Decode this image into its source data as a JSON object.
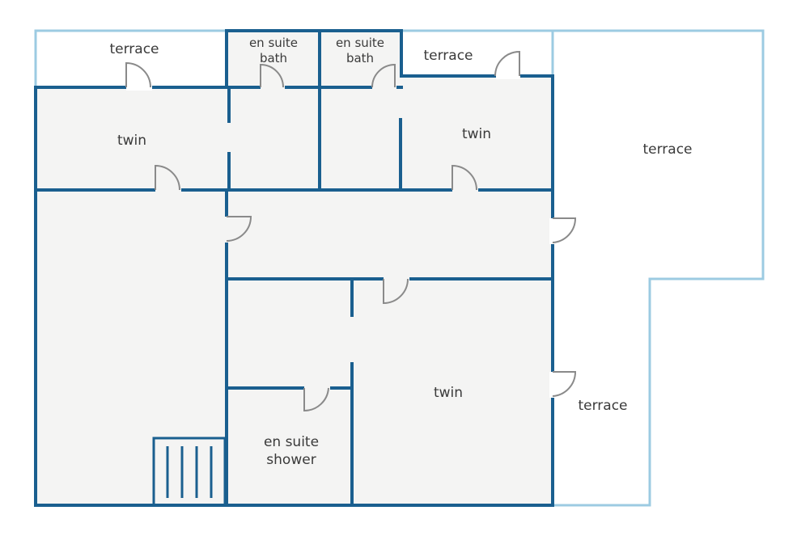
{
  "colors": {
    "wall": "#1a5f8f",
    "terrace_outline": "#9ccbe2",
    "floor": "#f4f4f3",
    "door": "#8a8a8a",
    "text": "#3a3a3a"
  },
  "labels": {
    "terrace_top_left": "terrace",
    "en_suite_bath_1_line1": "en suite",
    "en_suite_bath_1_line2": "bath",
    "en_suite_bath_2_line1": "en suite",
    "en_suite_bath_2_line2": "bath",
    "terrace_top_mid": "terrace",
    "terrace_right": "terrace",
    "twin_left": "twin",
    "twin_right": "twin",
    "twin_bottom": "twin",
    "en_suite_shower_line1": "en suite",
    "en_suite_shower_line2": "shower",
    "terrace_bottom_right": "terrace"
  }
}
